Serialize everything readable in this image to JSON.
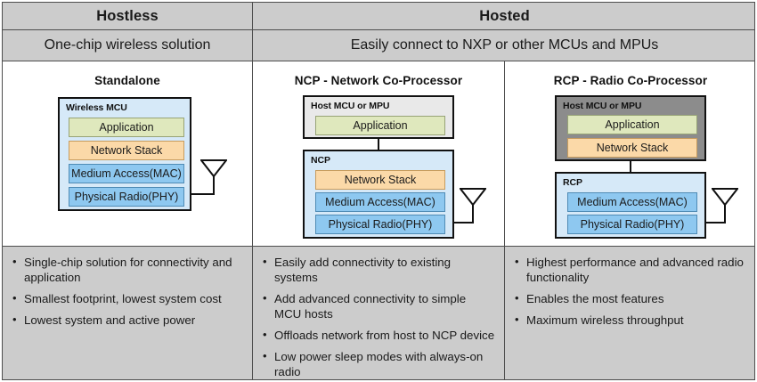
{
  "header": {
    "row1": {
      "hostless": "Hostless",
      "hosted": "Hosted"
    },
    "row2": {
      "hostless": "One-chip wireless solution",
      "hosted": "Easily connect to NXP or other MCUs and MPUs"
    }
  },
  "columns": {
    "standalone": {
      "title": "Standalone",
      "chip": {
        "label": "Wireless MCU",
        "layers": [
          {
            "name": "Application",
            "kind": "app"
          },
          {
            "name": "Network Stack",
            "kind": "net"
          },
          {
            "name": "Medium Access(MAC)",
            "kind": "mac"
          },
          {
            "name": "Physical Radio(PHY)",
            "kind": "phy"
          }
        ]
      },
      "antenna": "antenna-icon",
      "bullets": [
        "Single-chip solution for connectivity and application",
        "Smallest footprint, lowest system cost",
        "Lowest system and active power"
      ]
    },
    "ncp": {
      "title": "NCP - Network Co-Processor",
      "host": {
        "label": "Host MCU or MPU",
        "layers": [
          {
            "name": "Application",
            "kind": "app"
          }
        ]
      },
      "device": {
        "label": "NCP",
        "layers": [
          {
            "name": "Network Stack",
            "kind": "net"
          },
          {
            "name": "Medium Access(MAC)",
            "kind": "mac"
          },
          {
            "name": "Physical Radio(PHY)",
            "kind": "phy"
          }
        ]
      },
      "antenna": "antenna-icon",
      "bullets": [
        "Easily add connectivity to existing systems",
        "Add advanced connectivity to simple MCU hosts",
        "Offloads network from host to NCP device",
        "Low power sleep modes with always-on radio"
      ]
    },
    "rcp": {
      "title": "RCP - Radio Co-Processor",
      "host": {
        "label": "Host MCU or MPU",
        "layers": [
          {
            "name": "Application",
            "kind": "app"
          },
          {
            "name": "Network Stack",
            "kind": "net"
          }
        ]
      },
      "device": {
        "label": "RCP",
        "layers": [
          {
            "name": "Medium Access(MAC)",
            "kind": "mac"
          },
          {
            "name": "Physical Radio(PHY)",
            "kind": "phy"
          }
        ]
      },
      "antenna": "antenna-icon",
      "bullets": [
        "Highest performance and advanced radio functionality",
        "Enables the most features",
        "Maximum wireless throughput"
      ]
    }
  },
  "colors": {
    "header_bg": "#cccccc",
    "chip_blue": "#d6e9f8",
    "host_gray_light": "#e9e9e9",
    "host_gray_dark": "#8c8c8c",
    "layer_application": "#dfe8bd",
    "layer_network_stack": "#fbd9a8",
    "layer_radio": "#8ec8f0",
    "border": "#4d4d4d",
    "outline": "#111111"
  }
}
